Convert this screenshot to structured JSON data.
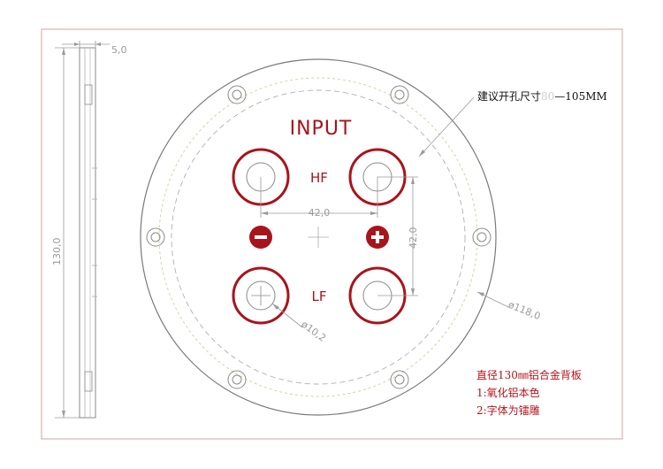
{
  "plate": {
    "input_label": "INPUT",
    "hf_label": "HF",
    "lf_label": "LF",
    "minus_symbol": "−",
    "plus_symbol": "+"
  },
  "dimensions": {
    "thickness": "5,0",
    "height": "130,0",
    "horizontal_spacing": "42,0",
    "vertical_spacing": "42,0",
    "hole_diameter": "ø10,2",
    "bolt_circle": "ø118,0"
  },
  "cutout_note": {
    "prefix": "建议开孔尺寸",
    "value_faded": "80",
    "suffix": "—105MM"
  },
  "specs": {
    "line1": "直径130㎜铝合金背板",
    "line2": "1:氧化铝本色",
    "line3": "2:字体为镭雕"
  },
  "colors": {
    "terminal_red": "#a8141c",
    "outline": "#8a8a8a",
    "frame": "#d4a0a0"
  }
}
